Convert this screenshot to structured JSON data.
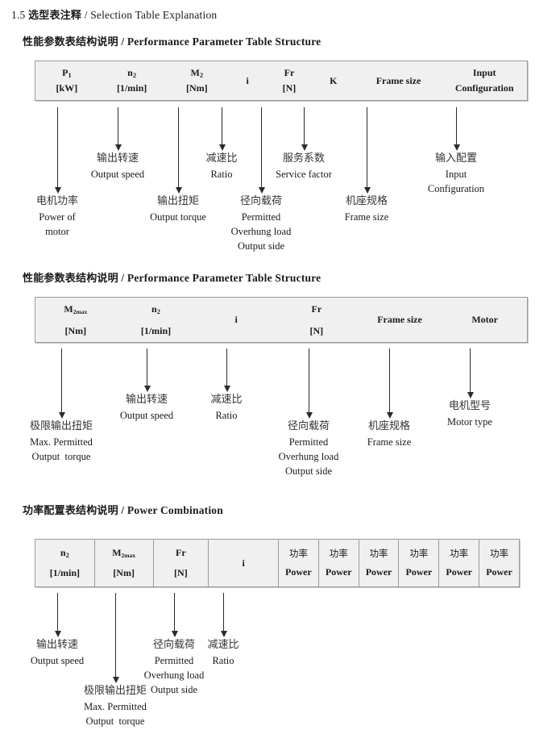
{
  "page": {
    "heading": {
      "number": "1.5",
      "cn": "选型表注释",
      "sep": "/",
      "en": "Selection Table Explanation"
    }
  },
  "sections": [
    {
      "id": "performance-parameter-1",
      "title": {
        "cn": "性能参数表结构说明",
        "sep": "/",
        "en": "Performance Parameter Table Structure"
      },
      "table": {
        "ruled": false,
        "columns": [
          {
            "symbol": "P",
            "sub": "1",
            "unit": "[kW]"
          },
          {
            "symbol": "n",
            "sub": "2",
            "unit": "[1/min]"
          },
          {
            "symbol": "M",
            "sub": "2",
            "unit": "[Nm]"
          },
          {
            "symbol": "i",
            "sub": "",
            "unit": ""
          },
          {
            "symbol": "Fr",
            "sub": "",
            "unit": "[N]"
          },
          {
            "symbol": "K",
            "sub": "",
            "unit": ""
          },
          {
            "symbol": "Frame size",
            "sub": "",
            "unit": ""
          },
          {
            "symbol": "Input",
            "sub": "",
            "unit": "Configuration"
          }
        ]
      },
      "annotations": [
        {
          "cn": "电机功率",
          "en": [
            "Power of",
            "motor"
          ]
        },
        {
          "cn": "输出转速",
          "en": [
            "Output speed"
          ]
        },
        {
          "cn": "输出扭矩",
          "en": [
            "Output torque"
          ]
        },
        {
          "cn": "减速比",
          "en": [
            "Ratio"
          ]
        },
        {
          "cn": "径向载荷",
          "en": [
            "Permitted",
            "Overhung load",
            "Output side"
          ]
        },
        {
          "cn": "服务系数",
          "en": [
            "Service factor"
          ]
        },
        {
          "cn": "机座规格",
          "en": [
            "Frame size"
          ]
        },
        {
          "cn": "输入配置",
          "en": [
            "Input",
            "Configuration"
          ]
        }
      ]
    },
    {
      "id": "performance-parameter-2",
      "title": {
        "cn": "性能参数表结构说明",
        "sep": "/",
        "en": "Performance Parameter Table Structure"
      },
      "table": {
        "ruled": false,
        "columns": [
          {
            "symbol": "M",
            "sub": "2max",
            "unit": "[Nm]"
          },
          {
            "symbol": "n",
            "sub": "2",
            "unit": "[1/min]"
          },
          {
            "symbol": "i",
            "sub": "",
            "unit": ""
          },
          {
            "symbol": "Fr",
            "sub": "",
            "unit": "[N]"
          },
          {
            "symbol": "Frame size",
            "sub": "",
            "unit": ""
          },
          {
            "symbol": "Motor",
            "sub": "",
            "unit": ""
          }
        ]
      },
      "annotations": [
        {
          "cn": "极限输出扭矩",
          "en": [
            "Max. Permitted",
            "Output  torque"
          ]
        },
        {
          "cn": "输出转速",
          "en": [
            "Output speed"
          ]
        },
        {
          "cn": "减速比",
          "en": [
            "Ratio"
          ]
        },
        {
          "cn": "径向载荷",
          "en": [
            "Permitted",
            "Overhung load",
            "Output side"
          ]
        },
        {
          "cn": "机座规格",
          "en": [
            "Frame size"
          ]
        },
        {
          "cn": "电机型号",
          "en": [
            "Motor type"
          ]
        }
      ]
    },
    {
      "id": "power-combination",
      "title": {
        "cn": "功率配置表结构说明",
        "sep": "/",
        "en": "Power Combination"
      },
      "table": {
        "ruled": true,
        "columns": [
          {
            "symbol": "n",
            "sub": "2",
            "unit": "[1/min]"
          },
          {
            "symbol": "M",
            "sub": "2max",
            "unit": "[Nm]"
          },
          {
            "symbol": "Fr",
            "sub": "",
            "unit": "[N]"
          },
          {
            "symbol": "i",
            "sub": "",
            "unit": ""
          },
          {
            "cn": "功率",
            "unit": "Power"
          },
          {
            "cn": "功率",
            "unit": "Power"
          },
          {
            "cn": "功率",
            "unit": "Power"
          },
          {
            "cn": "功率",
            "unit": "Power"
          },
          {
            "cn": "功率",
            "unit": "Power"
          },
          {
            "cn": "功率",
            "unit": "Power"
          }
        ]
      },
      "annotations": [
        {
          "cn": "输出转速",
          "en": [
            "Output speed"
          ]
        },
        {
          "cn": "极限输出扭矩",
          "en": [
            "Max. Permitted",
            "Output  torque"
          ]
        },
        {
          "cn": "径向载荷",
          "en": [
            "Permitted",
            "Overhung load",
            "Output side"
          ]
        },
        {
          "cn": "减速比",
          "en": [
            "Ratio"
          ]
        }
      ]
    }
  ]
}
